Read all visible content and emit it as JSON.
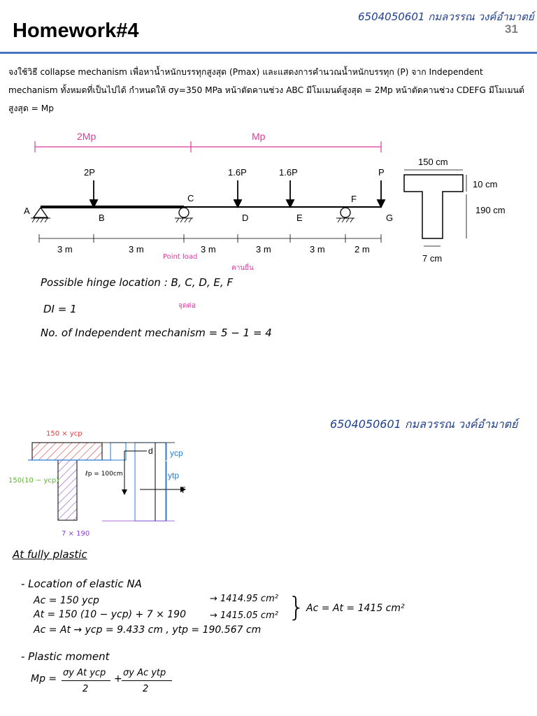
{
  "header": {
    "title": "Homework#4",
    "page_number": "31",
    "signature": "6504050601 กมลวรรณ  วงค์อำมาตย์"
  },
  "problem_text": "จงใช้วิธี collapse mechanism เพื่อหาน้ำหนักบรรทุกสูงสุด (Pmax) และแสดงการคำนวณน้ำหนักบรรทุก (P) จาก Independent mechanism ทั้งหมดที่เป็นไปได้ กำหนดให้ σy=350 MPa หน้าตัดคานช่วง ABC มีโมเมนต์สูงสุด = 2Mp หน้าตัดคานช่วง CDEFG มีโมเมนต์สูงสุด = Mp",
  "beam": {
    "moment_left": "2Mp",
    "moment_right": "Mp",
    "points": [
      "A",
      "B",
      "C",
      "D",
      "E",
      "F",
      "G"
    ],
    "loads": [
      "2P",
      "1.6P",
      "1.6P",
      "P"
    ],
    "spans": [
      "3 m",
      "3 m",
      "3 m",
      "3 m",
      "3 m",
      "2 m"
    ]
  },
  "section": {
    "flange_width": "150 cm",
    "flange_depth": "10 cm",
    "web_depth": "190 cm",
    "web_width": "7 cm"
  },
  "notes": {
    "point_load": "Point load",
    "overhang": "คานยื่น",
    "hinge_joint": "จุดต่อ",
    "possible_hinge": "Possible hinge location : B, C, D, E, F",
    "di": "DI = 1",
    "independent": "No. of Independent mechanism = 5 − 1 = 4"
  },
  "sketch": {
    "flange_area": "150 × ycp",
    "web_flange_area": "150(10 − ycp)",
    "web_area": "7 × 190",
    "lever_arm": "ℓp = 100cm",
    "d_label": "d",
    "ycp_label": "ycp",
    "ytp_label": "ytp",
    "t_label": "T"
  },
  "work": {
    "heading": "At fully plastic",
    "na_heading": "- Location of elastic NA",
    "eq_ac": "Ac = 150 ycp",
    "val_ac": "→ 1414.95 cm²",
    "eq_at": "At = 150 (10 − ycp) + 7 × 190",
    "val_at": "→ 1415.05 cm²",
    "ac_eq_at": "Ac = At = 1415 cm²",
    "result": "Ac = At → ycp = 9.433 cm , ytp = 190.567 cm",
    "pm_heading": "- Plastic moment",
    "mp_lhs": "Mp =",
    "mp_num1": "σy At ycp",
    "mp_num2": "σy Ac ytp",
    "mp_den": "2",
    "mp_plus": "+"
  }
}
